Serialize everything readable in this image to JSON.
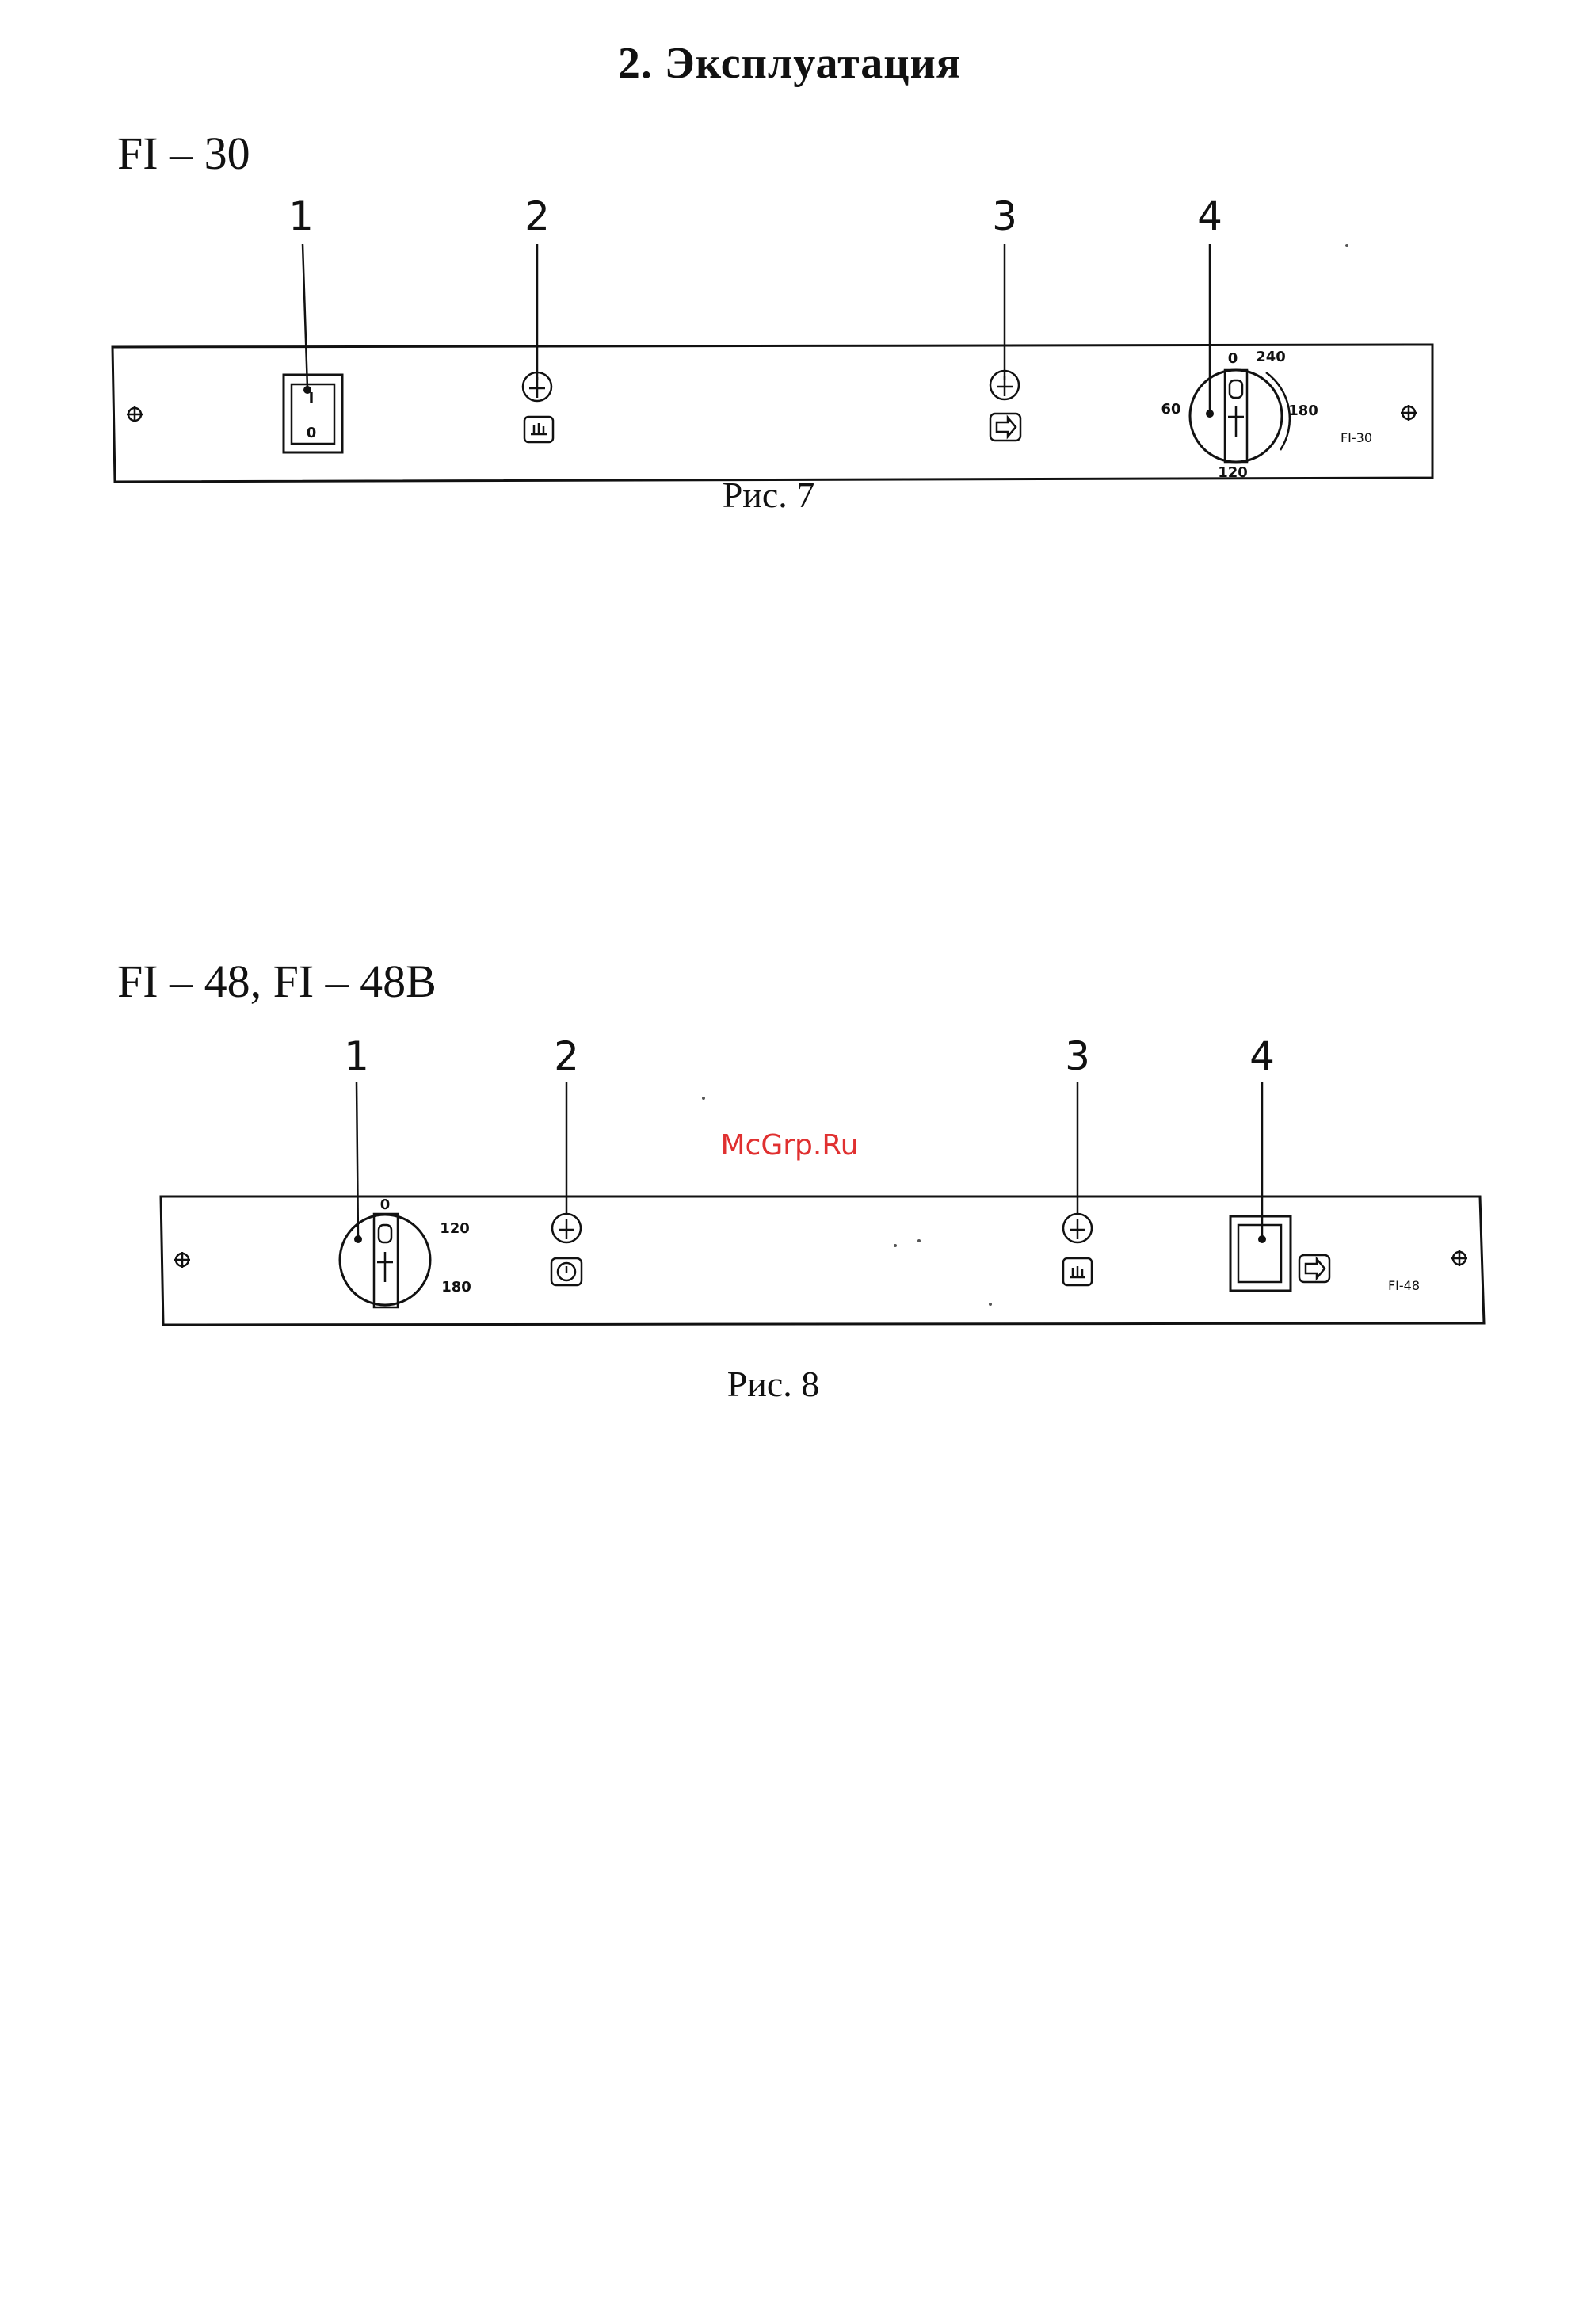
{
  "page": {
    "title": "2. Эксплуатация",
    "watermark": "McGrp.Ru"
  },
  "figure7": {
    "model": "FI – 30",
    "caption": "Рис. 7",
    "callouts": [
      "1",
      "2",
      "3",
      "4"
    ],
    "switch_marks": [
      "I",
      "0"
    ],
    "dial_scale": [
      "0",
      "240",
      "60",
      "180",
      "120"
    ],
    "panel_code": "FI-30"
  },
  "figure8": {
    "model": "FI – 48, FI – 48B",
    "caption": "Рис. 8",
    "callouts": [
      "1",
      "2",
      "3",
      "4"
    ],
    "dial_scale": [
      "0",
      "120",
      "180"
    ],
    "panel_code": "FI-48"
  }
}
